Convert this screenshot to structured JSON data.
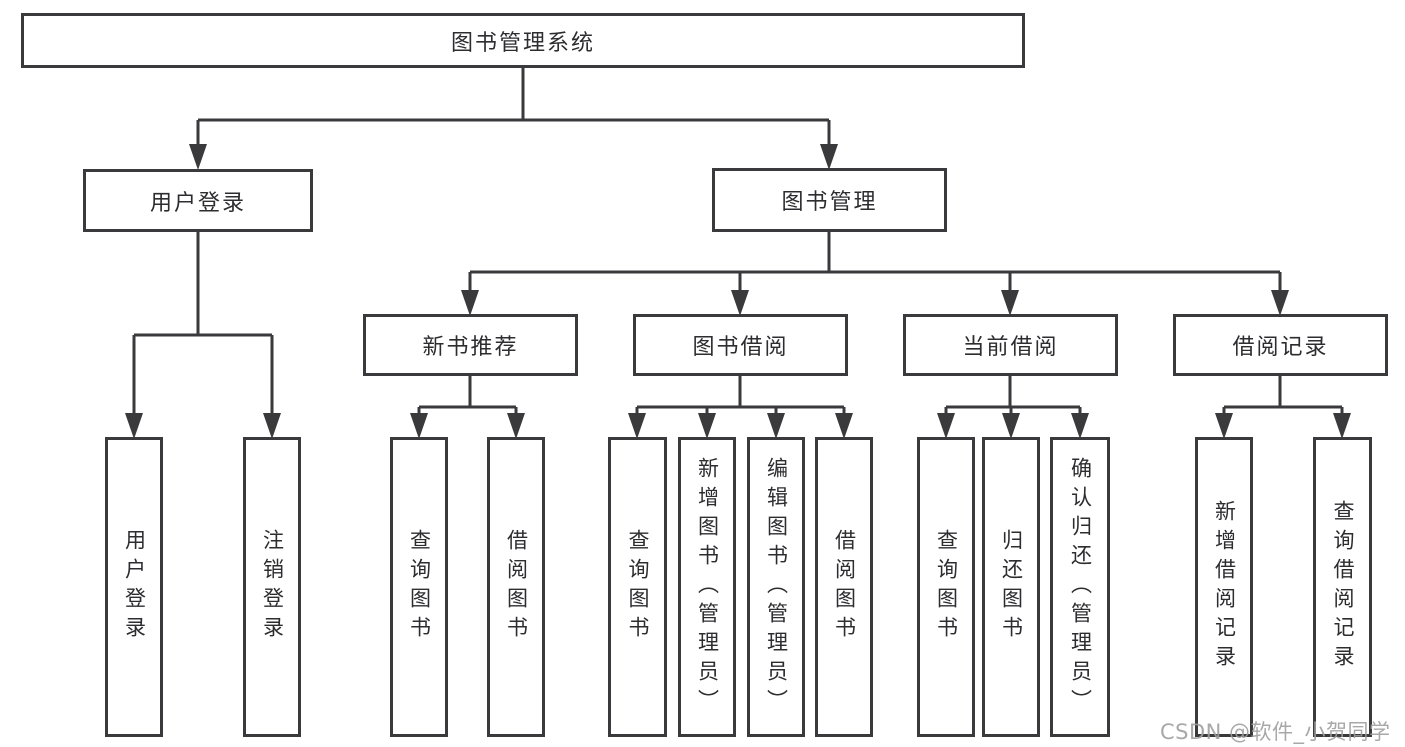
{
  "tree": {
    "root": {
      "label": "图书管理系统"
    },
    "branches": [
      {
        "label": "用户登录",
        "children": [
          {
            "label": "用户登录"
          },
          {
            "label": "注销登录"
          }
        ]
      },
      {
        "label": "图书管理",
        "children": [
          {
            "label": "新书推荐",
            "children": [
              {
                "label": "查询图书"
              },
              {
                "label": "借阅图书"
              }
            ]
          },
          {
            "label": "图书借阅",
            "children": [
              {
                "label": "查询图书"
              },
              {
                "label": "新增图书（管理员）"
              },
              {
                "label": "编辑图书（管理员）"
              },
              {
                "label": "借阅图书"
              }
            ]
          },
          {
            "label": "当前借阅",
            "children": [
              {
                "label": "查询图书"
              },
              {
                "label": "归还图书"
              },
              {
                "label": "确认归还（管理员）"
              }
            ]
          },
          {
            "label": "借阅记录",
            "children": [
              {
                "label": "新增借阅记录"
              },
              {
                "label": "查询借阅记录"
              }
            ]
          }
        ]
      }
    ]
  },
  "watermark": {
    "text": "CSDN @软件_小贺同学"
  },
  "colors": {
    "line": "#3a3a3c",
    "text": "#2d2d30",
    "background": "#ffffff",
    "watermark": "#9e9e9e"
  }
}
